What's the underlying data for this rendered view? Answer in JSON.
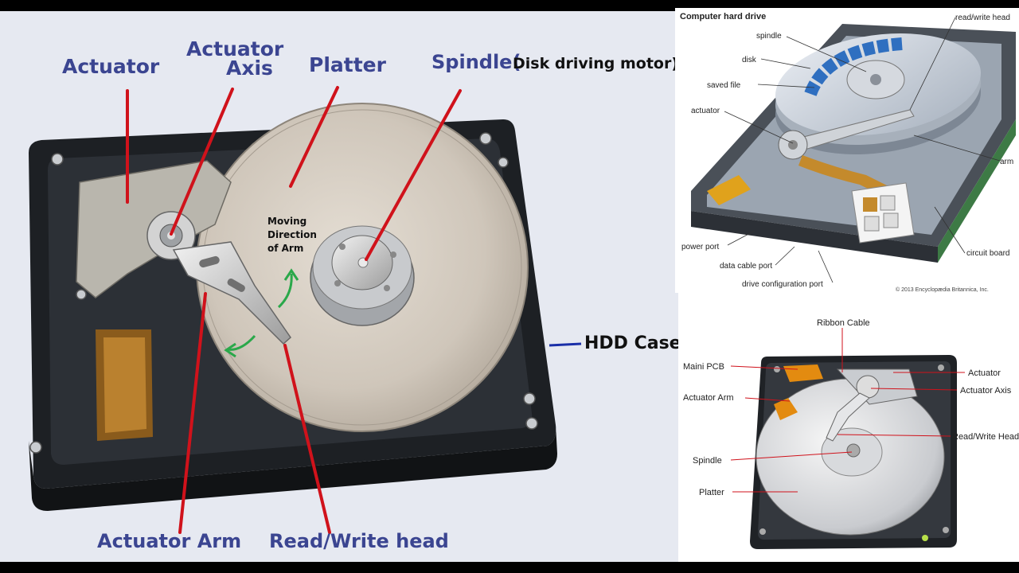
{
  "main_panel": {
    "labels": {
      "actuator": "Actuator",
      "actuator_axis_line1": "Actuator",
      "actuator_axis_line2": "Axis",
      "platter": "Platter",
      "spindle": "Spindle(",
      "spindle_sub": "Disk driving motor)",
      "moving_line1": "Moving",
      "moving_line2": "Direction",
      "moving_line3": "of Arm",
      "hdd_case": "HDD Case",
      "actuator_arm": "Actuator Arm",
      "read_write_head": "Read/Write head"
    },
    "colors": {
      "label_blue": "#3b4591",
      "leader_red": "#d0121b",
      "arrow_green": "#2aa84a"
    }
  },
  "britannica_panel": {
    "title": "Computer hard drive",
    "labels": {
      "read_write_head": "read/write head",
      "spindle": "spindle",
      "disk": "disk",
      "saved_file": "saved file",
      "actuator": "actuator",
      "arm": "arm",
      "power_port": "power port",
      "data_cable_port": "data cable port",
      "circuit_board": "circuit board",
      "drive_configuration_port": "drive configuration port"
    },
    "copyright": "© 2013 Encyclopædia Britannica, Inc."
  },
  "small_panel": {
    "labels": {
      "ribbon_cable": "Ribbon Cable",
      "main_pcb": "Maini PCB",
      "actuator": "Actuator",
      "actuator_axis": "Actuator Axis",
      "actuator_arm": "Actuator Arm",
      "read_write_head": "Read/Write Head",
      "spindle": "Spindle",
      "platter": "Platter"
    }
  }
}
